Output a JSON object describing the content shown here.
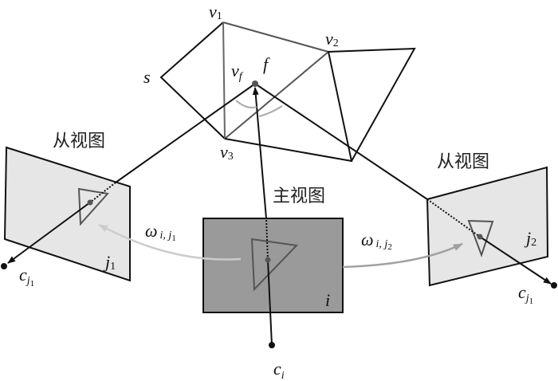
{
  "labels": {
    "v1": "v",
    "v1_sub": "1",
    "v2": "v",
    "v2_sub": "2",
    "v3": "v",
    "v3_sub": "3",
    "vf": "v",
    "vf_sub": "f",
    "f": "f",
    "s": "s",
    "main_view": "主视图",
    "slave_view_left": "从视图",
    "slave_view_right": "从视图",
    "i": "i",
    "j1": "j",
    "j1_sub": "1",
    "j2": "j",
    "j2_sub": "2",
    "ci": "c",
    "ci_sub": "i",
    "cj1_left": "c",
    "cj1_left_sub": "j",
    "cj1_left_subsub": "1",
    "cj1_right": "c",
    "cj1_right_sub": "j",
    "cj1_right_subsub": "1",
    "w1": "ω",
    "w1_sub": "i, j",
    "w1_subsub": "1",
    "w2": "ω",
    "w2_sub": "i, j",
    "w2_subsub": "2"
  },
  "colors": {
    "main_panel": "#9a9a9a",
    "side_panel": "#e6e6e6",
    "line": "#111111",
    "gray_line": "#555555",
    "arrow_light": "#cccccc",
    "arrow_mid": "#a0a0a0"
  }
}
